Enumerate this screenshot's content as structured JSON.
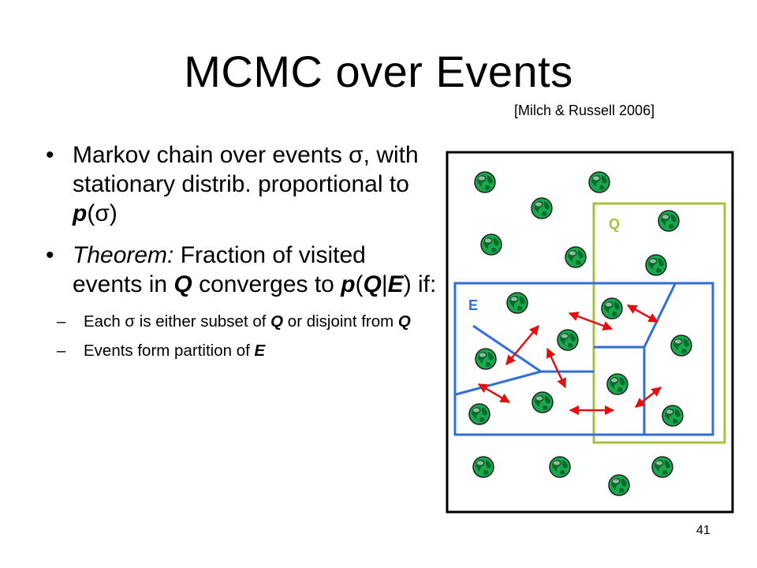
{
  "slide": {
    "title": "MCMC over Events",
    "citation": "[Milch & Russell 2006]",
    "page_number": "41"
  },
  "bullets": [
    {
      "parts": [
        "Markov chain over events ",
        "σ",
        ", with stationary distrib. proportional to ",
        "p",
        "(",
        "σ",
        ")"
      ]
    },
    {
      "parts": [
        "Theorem:",
        " Fraction of visited events in ",
        "Q",
        " converges to ",
        "p",
        "(",
        "Q",
        "|",
        "E",
        ") if:"
      ]
    }
  ],
  "subbullets": [
    {
      "parts": [
        "Each ",
        "σ",
        " is either subset of ",
        "Q",
        " or disjoint from ",
        "Q"
      ]
    },
    {
      "parts": [
        "Events form partition of ",
        "E"
      ]
    }
  ],
  "diagram": {
    "label_q": "Q",
    "label_e": "E",
    "colors": {
      "q_region": "#a4c33a",
      "e_region": "#2f6fd6",
      "arrow": "#e01010",
      "frame": "#000000",
      "globe_ocean": "#1aa84f",
      "globe_land": "#0c6a2c"
    }
  }
}
